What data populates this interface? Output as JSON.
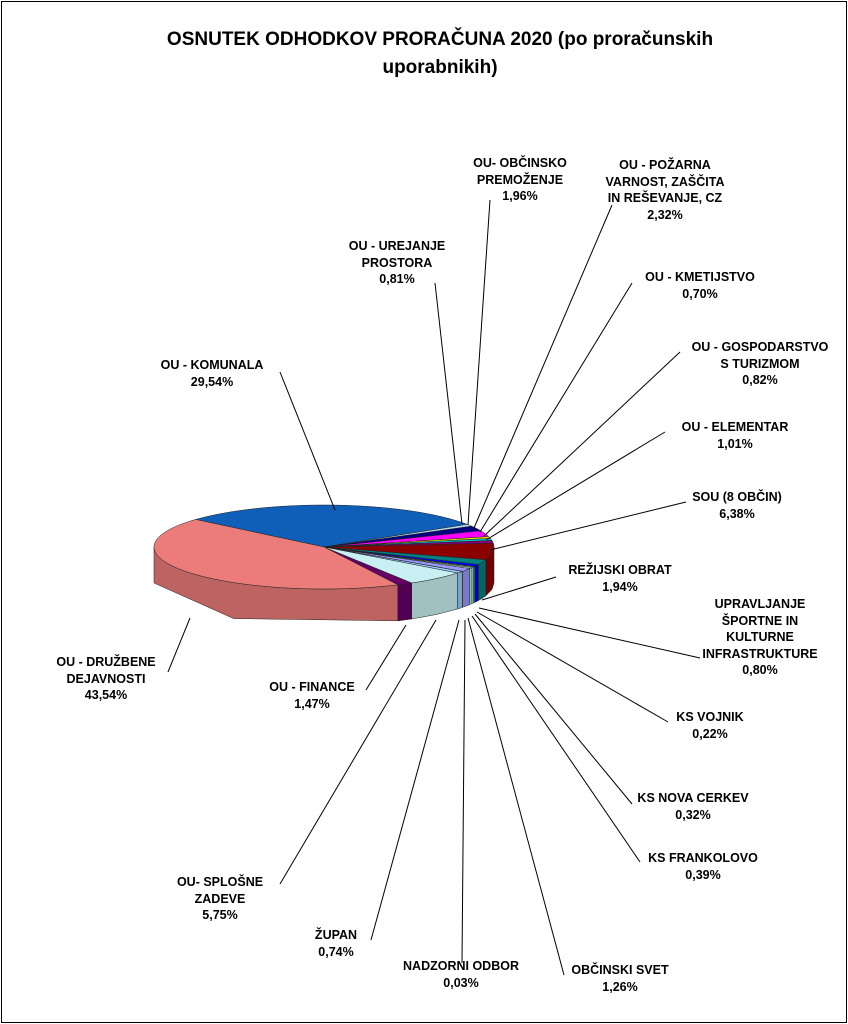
{
  "chart_data": {
    "type": "pie",
    "title": "OSNUTEK ODHODKOV PRORAČUNA 2020 (po proračunskih uporabnikih)",
    "title_lines": [
      "OSNUTEK ODHODKOV PRORAČUNA 2020 (po proračunskih",
      "uporabnikih)"
    ],
    "slices": [
      {
        "name_lines": [
          "OU - KOMUNALA"
        ],
        "value": 29.54,
        "label": "29,54%",
        "color": "#0F5FB8"
      },
      {
        "name_lines": [
          "OU - UREJANJE",
          "PROSTORA"
        ],
        "value": 0.81,
        "label": "0,81%",
        "color": "#B8D8F0"
      },
      {
        "name_lines": [
          "OU- OBČINSKO",
          "PREMOŽENJE"
        ],
        "value": 1.96,
        "label": "1,96%",
        "color": "#000080"
      },
      {
        "name_lines": [
          "OU - POŽARNA",
          "VARNOST, ZAŠČITA",
          "IN REŠEVANJE, CZ"
        ],
        "value": 2.32,
        "label": "2,32%",
        "color": "#FF00FF"
      },
      {
        "name_lines": [
          "OU - KMETIJSTVO"
        ],
        "value": 0.7,
        "label": "0,70%",
        "color": "#E8E800"
      },
      {
        "name_lines": [
          "OU - GOSPODARSTVO",
          "S TURIZMOM"
        ],
        "value": 0.82,
        "label": "0,82%",
        "color": "#00C0C0"
      },
      {
        "name_lines": [
          "OU - ELEMENTAR"
        ],
        "value": 1.01,
        "label": "1,01%",
        "color": "#800080"
      },
      {
        "name_lines": [
          "SOU (8 OBČIN)"
        ],
        "value": 6.38,
        "label": "6,38%",
        "color": "#8B0000"
      },
      {
        "name_lines": [
          "REŽIJSKI OBRAT"
        ],
        "value": 1.94,
        "label": "1,94%",
        "color": "#008080"
      },
      {
        "name_lines": [
          "UPRAVLJANJE",
          "ŠPORTNE IN",
          "KULTURNE",
          "INFRASTRUKTURE"
        ],
        "value": 0.8,
        "label": "0,80%",
        "color": "#0000FF"
      },
      {
        "name_lines": [
          "KS VOJNIK"
        ],
        "value": 0.22,
        "label": "0,22%",
        "color": "#00CCFF"
      },
      {
        "name_lines": [
          "KS NOVA CERKEV"
        ],
        "value": 0.32,
        "label": "0,32%",
        "color": "#CCFFFF"
      },
      {
        "name_lines": [
          "KS FRANKOLOVO"
        ],
        "value": 0.39,
        "label": "0,39%",
        "color": "#CCFFCC"
      },
      {
        "name_lines": [
          "OBČINSKI SVET"
        ],
        "value": 1.26,
        "label": "1,26%",
        "color": "#9999FF"
      },
      {
        "name_lines": [
          "NADZORNI ODBOR"
        ],
        "value": 0.03,
        "label": "0,03%",
        "color": "#FFFF99"
      },
      {
        "name_lines": [
          "ŽUPAN"
        ],
        "value": 0.74,
        "label": "0,74%",
        "color": "#99CCFF"
      },
      {
        "name_lines": [
          "OU- SPLOŠNE",
          "ZADEVE"
        ],
        "value": 5.75,
        "label": "5,75%",
        "color": "#C8F0F2"
      },
      {
        "name_lines": [
          "OU - FINANCE"
        ],
        "value": 1.47,
        "label": "1,47%",
        "color": "#660066"
      },
      {
        "name_lines": [
          "OU - DRUŽBENE",
          "DEJAVNOSTI"
        ],
        "value": 43.54,
        "label": "43,54%",
        "color": "#EC7C7A"
      }
    ]
  }
}
